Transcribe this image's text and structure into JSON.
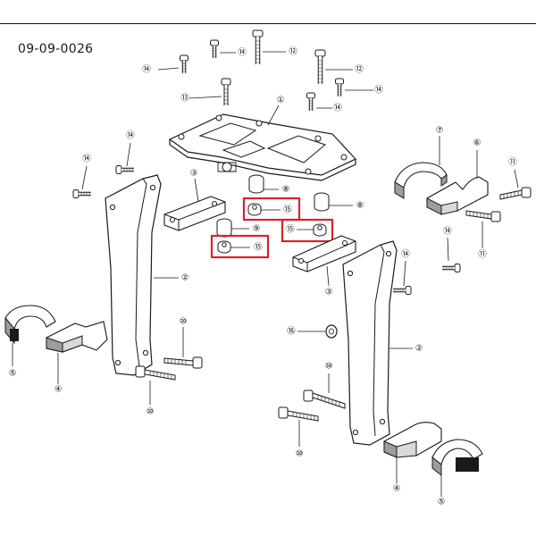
{
  "document": {
    "id": "09-09-0026"
  },
  "colors": {
    "highlight": "#d8232a",
    "line": "#1a1a1a",
    "shade": "#b9b9b9"
  },
  "callouts": [
    {
      "n": "1",
      "sym": "①"
    },
    {
      "n": "2",
      "sym": "②"
    },
    {
      "n": "2",
      "sym": "②"
    },
    {
      "n": "3",
      "sym": "③"
    },
    {
      "n": "3",
      "sym": "③"
    },
    {
      "n": "4",
      "sym": "④"
    },
    {
      "n": "4",
      "sym": "④"
    },
    {
      "n": "5",
      "sym": "⑤"
    },
    {
      "n": "5",
      "sym": "⑤"
    },
    {
      "n": "6",
      "sym": "⑥"
    },
    {
      "n": "7",
      "sym": "⑦"
    },
    {
      "n": "8",
      "sym": "⑧"
    },
    {
      "n": "8",
      "sym": "⑧"
    },
    {
      "n": "9",
      "sym": "⑨"
    },
    {
      "n": "10",
      "sym": "⑩"
    },
    {
      "n": "10",
      "sym": "⑩"
    },
    {
      "n": "10",
      "sym": "⑩"
    },
    {
      "n": "10",
      "sym": "⑩"
    },
    {
      "n": "11",
      "sym": "⑪"
    },
    {
      "n": "11",
      "sym": "⑪"
    },
    {
      "n": "12",
      "sym": "⑫"
    },
    {
      "n": "12",
      "sym": "⑫"
    },
    {
      "n": "13",
      "sym": "⑬"
    },
    {
      "n": "14",
      "sym": "⑭"
    },
    {
      "n": "14",
      "sym": "⑭"
    },
    {
      "n": "14",
      "sym": "⑭"
    },
    {
      "n": "14",
      "sym": "⑭"
    },
    {
      "n": "14",
      "sym": "⑭"
    },
    {
      "n": "14",
      "sym": "⑭"
    },
    {
      "n": "14",
      "sym": "⑭"
    },
    {
      "n": "14",
      "sym": "⑭"
    },
    {
      "n": "15",
      "sym": "⑮"
    },
    {
      "n": "15",
      "sym": "⑮"
    },
    {
      "n": "15",
      "sym": "⑮"
    },
    {
      "n": "16",
      "sym": "⑯"
    }
  ],
  "highlighted_part": "⑮"
}
